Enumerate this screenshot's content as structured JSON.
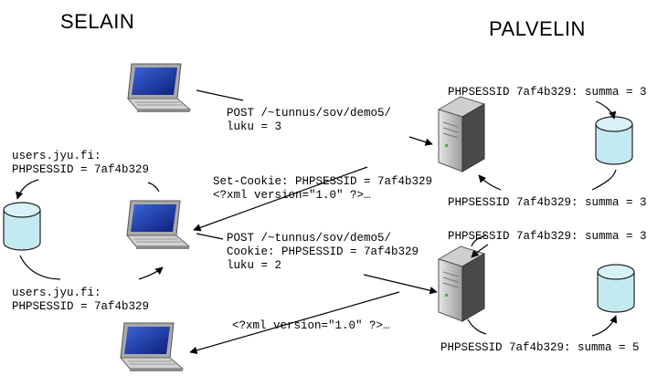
{
  "titles": {
    "left": "SELAIN",
    "right": "PALVELIN"
  },
  "colors": {
    "screen": "#1f3fb0",
    "laptop_body": "#c8c8c8",
    "server_dark": "#4a4a4a",
    "server_light": "#d0d0d0",
    "cylinder": "#c3eaf0"
  },
  "messages": {
    "request1": {
      "line1": "POST /~tunnus/sov/demo5/",
      "line2": "luku = 3"
    },
    "response1": {
      "line1": "Set-Cookie: PHPSESSID = 7af4b329",
      "line2": "<?xml version=\"1.0\" ?>…"
    },
    "request2": {
      "line1": "POST /~tunnus/sov/demo5/",
      "line2": "Cookie: PHPSESSID = 7af4b329",
      "line3": "luku = 2"
    },
    "response2": {
      "line1": "<?xml version=\"1.0\" ?>…"
    }
  },
  "browser_store": {
    "before": {
      "line1": "users.jyu.fi:",
      "line2": "PHPSESSID = 7af4b329"
    },
    "after": {
      "line1": "users.jyu.fi:",
      "line2": "PHPSESSID = 7af4b329"
    }
  },
  "server_store": {
    "s1_before": "PHPSESSID 7af4b329: summa = 3",
    "s1_after": "PHPSESSID 7af4b329: summa = 3",
    "s2_before": "PHPSESSID 7af4b329: summa = 3",
    "s2_after": "PHPSESSID 7af4b329: summa = 5"
  }
}
